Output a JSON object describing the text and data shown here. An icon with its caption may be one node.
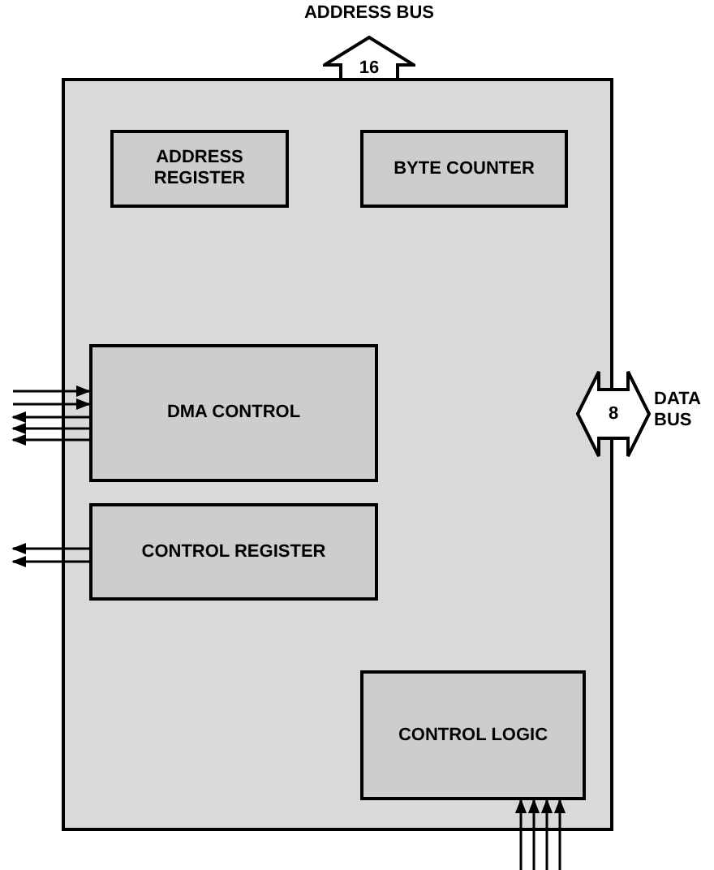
{
  "diagram": {
    "nodes": [
      {
        "text": [],
        "shape": "box"
      },
      {
        "text": [
          "ADDRESS REGISTER"
        ],
        "in": 0
      },
      {
        "text": [
          "BYTE COUNTER"
        ],
        "in": 0
      },
      {
        "text": [
          "DMA CONTROL"
        ],
        "in": 0
      },
      {
        "text": [
          "CONTROL REGISTER"
        ],
        "in": 0
      },
      {
        "text": [
          "CONTROL LOGIC"
        ],
        "in": 0
      },
      {
        "text": [
          "16"
        ],
        "beside": [
          "ADDRESS BUS"
        ]
      },
      {
        "text": [
          "8"
        ],
        "beside": [
          "DATA BUS"
        ]
      }
    ],
    "edges": [
      {
        "from": null,
        "to": 3,
        "arrow": "to"
      },
      {
        "from": null,
        "to": 3,
        "arrow": "to"
      },
      {
        "from": 3,
        "to": null,
        "arrow": "to"
      },
      {
        "from": 3,
        "to": null,
        "arrow": "to"
      },
      {
        "from": 3,
        "to": null,
        "arrow": "to"
      },
      {
        "from": 4,
        "to": null,
        "arrow": "to"
      },
      {
        "from": 4,
        "to": null,
        "arrow": "to"
      },
      {
        "from": null,
        "to": 5,
        "arrow": "to"
      },
      {
        "from": null,
        "to": 5,
        "arrow": "to"
      },
      {
        "from": null,
        "to": 5,
        "arrow": "to"
      },
      {
        "from": null,
        "to": 5,
        "arrow": "to"
      }
    ]
  }
}
